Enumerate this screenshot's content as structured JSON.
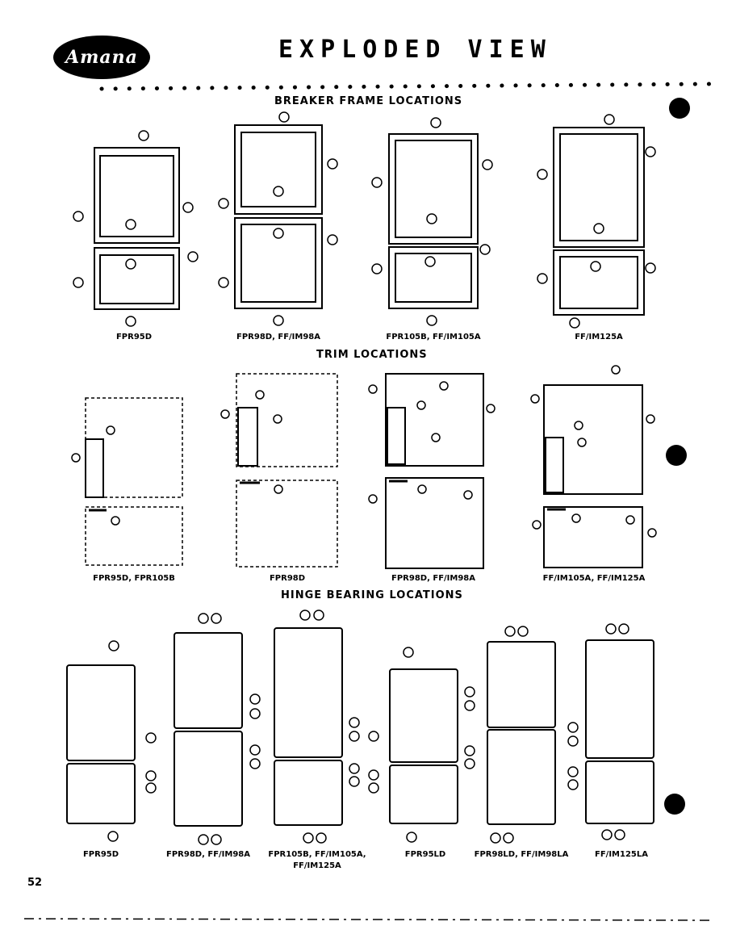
{
  "header": {
    "brand": "Amana",
    "title": "EXPLODED VIEW"
  },
  "sections": {
    "breaker": "BREAKER FRAME LOCATIONS",
    "trim": "TRIM LOCATIONS",
    "hinge": "HINGE BEARING LOCATIONS"
  },
  "breaker_models": [
    "FPR95D",
    "FPR98D, FF/IM98A",
    "FPR105B, FF/IM105A",
    "FF/IM125A"
  ],
  "trim_models": [
    "FPR95D, FPR105B",
    "FPR98D",
    "FPR98D, FF/IM98A",
    "FF/IM105A, FF/IM125A"
  ],
  "hinge_models": [
    "FPR95D",
    "FPR98D, FF/IM98A",
    "FPR105B, FF/IM105A,",
    "FF/IM125A",
    "FPR95LD",
    "FPR98LD, FF/IM98LA",
    "FF/IM125LA"
  ],
  "page_number": "52"
}
